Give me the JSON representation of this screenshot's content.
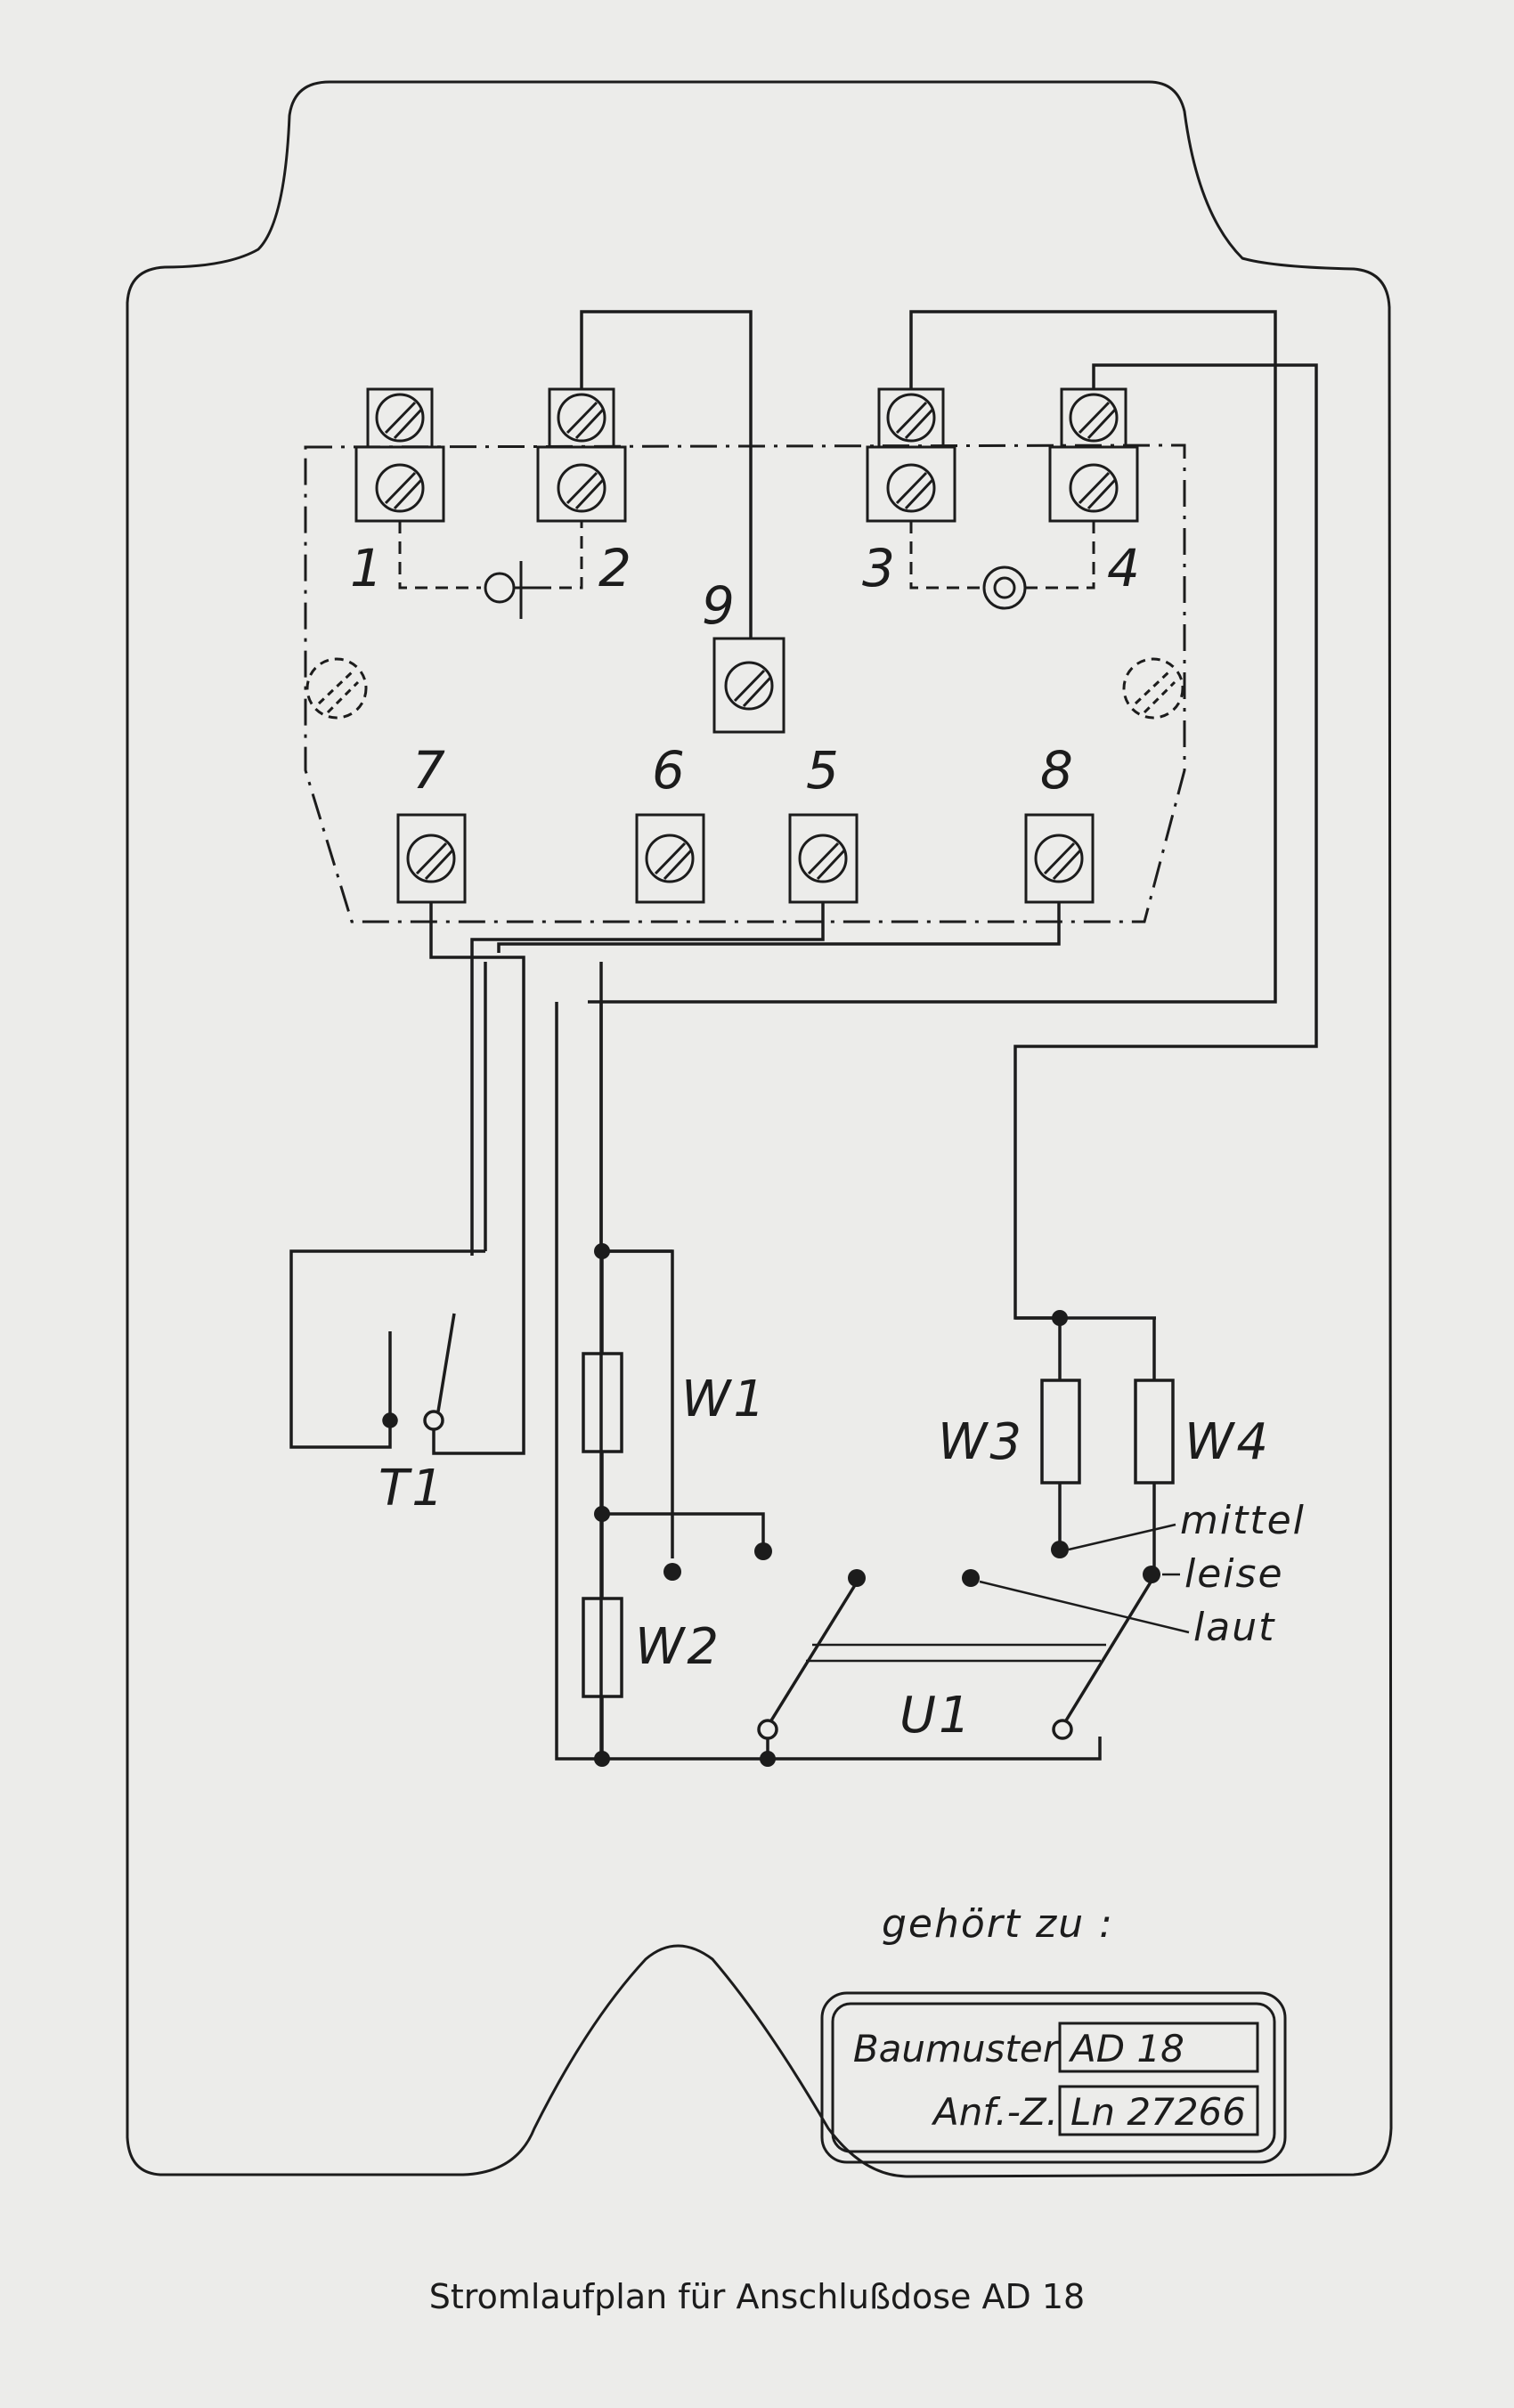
{
  "terminals": {
    "t1": "1",
    "t2": "2",
    "t3": "3",
    "t4": "4",
    "t5": "5",
    "t6": "6",
    "t7": "7",
    "t8": "8",
    "t9": "9"
  },
  "components": {
    "t1": "T1",
    "w1": "W1",
    "w2": "W2",
    "w3": "W3",
    "w4": "W4",
    "u1": "U1"
  },
  "switch_positions": {
    "mittel": "mittel",
    "leise": "leise",
    "laut": "laut"
  },
  "nameplate": {
    "heading": "gehört zu :",
    "baumuster_label": "Baumuster",
    "baumuster_value": "AD  18",
    "anf_label": "Anf.-Z.",
    "anf_value": "Ln 27266"
  },
  "caption": "Stromlaufplan für Anschlußdose AD 18",
  "colors": {
    "paper": "#ececea",
    "ink": "#1c1c1c"
  }
}
